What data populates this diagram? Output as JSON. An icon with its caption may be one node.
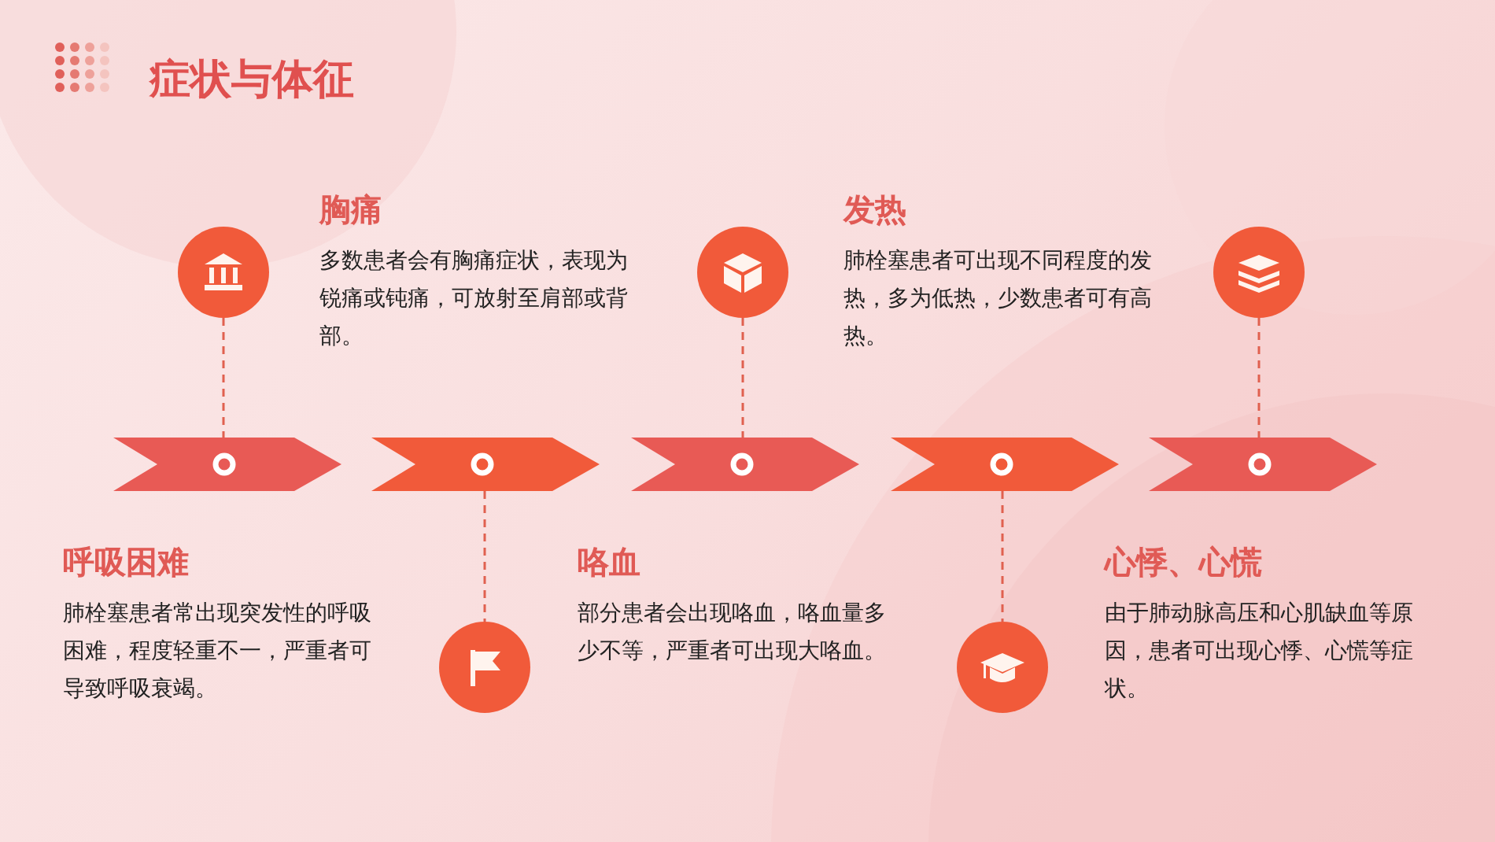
{
  "diagram": {
    "title": "症状与体征",
    "nodes": [
      {
        "text": [],
        "shape": "circle"
      },
      {
        "text": [],
        "shape": "circle"
      },
      {
        "text": [],
        "shape": "circle"
      },
      {
        "text": [],
        "shape": "chevron"
      },
      {
        "text": [],
        "shape": "circle"
      },
      {
        "text": [],
        "shape": "circle"
      }
    ],
    "edges": [
      {
        "from": 0,
        "to": 3,
        "arrow": "none",
        "style": "dashed"
      },
      {
        "from": 1,
        "to": 3,
        "arrow": "none",
        "style": "dashed"
      },
      {
        "from": 2,
        "to": 3,
        "arrow": "none",
        "style": "dashed"
      },
      {
        "from": 3,
        "to": 4,
        "arrow": "none",
        "style": "dashed"
      },
      {
        "from": 3,
        "to": 5,
        "arrow": "none",
        "style": "dashed"
      }
    ],
    "labels": [
      "胸痛",
      "多数患者会有胸痛症状，表现为锐痛或钝痛，可放射至肩部或背部。",
      "发热",
      "肺栓塞患者可出现不同程度的发热，多为低热，少数患者可有高热。",
      "呼吸困难",
      "肺栓塞患者常出现突发性的呼吸困难，程度轻重不一，严重者可导致呼吸衰竭。",
      "咯血",
      "部分患者会出现咯血，咯血量多少不等，严重者可出现大咯血。",
      "心悸、心慌",
      "由于肺动脉高压和心肌缺血等原因，患者可出现心悸、心慌等症状。"
    ]
  }
}
